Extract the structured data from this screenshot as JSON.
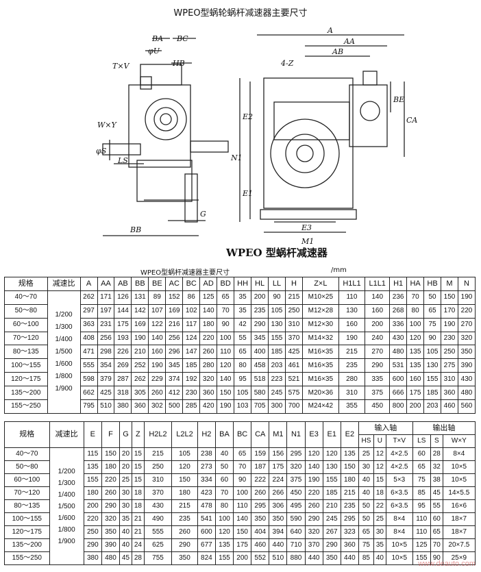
{
  "page": {
    "title": "WPEO型蜗轮蜗杆减速器主要尺寸",
    "caption": "WPEO 型蜗杆减速器",
    "table_title": "WPEO型蜗杆减速器主要尺寸",
    "unit": "/mm",
    "watermark": "www.deauto.com"
  },
  "drawing_labels": {
    "BA": "BA",
    "BC": "BC",
    "phiU": "φU",
    "TxV": "T×V",
    "HB": "HB",
    "WxY": "W×Y",
    "phiS": "φS",
    "LS": "LS",
    "G": "G",
    "BB": "BB",
    "A": "A",
    "AA": "AA",
    "AB": "AB",
    "4Z": "4-Z",
    "BE": "BE",
    "CA": "CA",
    "E2": "E2",
    "N1": "N1",
    "E1": "E1",
    "E3": "E3",
    "M1": "M1"
  },
  "table1": {
    "headers": [
      "规格",
      "减速比",
      "A",
      "AA",
      "AB",
      "BB",
      "BE",
      "AC",
      "BC",
      "AD",
      "BD",
      "HH",
      "HL",
      "LL",
      "H",
      "Z×L",
      "H1L1",
      "L1L1",
      "H1",
      "HA",
      "HB",
      "M",
      "N"
    ],
    "ratio": [
      "1/200",
      "1/300",
      "1/400",
      "1/500",
      "1/600",
      "1/800",
      "1/900"
    ],
    "rows": [
      [
        "40～70",
        "262",
        "171",
        "126",
        "131",
        "89",
        "152",
        "86",
        "125",
        "65",
        "35",
        "200",
        "90",
        "215",
        "M10×25",
        "110",
        "140",
        "236",
        "70",
        "50",
        "150",
        "190"
      ],
      [
        "50～80",
        "297",
        "197",
        "144",
        "142",
        "107",
        "169",
        "102",
        "140",
        "70",
        "35",
        "235",
        "105",
        "250",
        "M12×28",
        "130",
        "160",
        "268",
        "80",
        "65",
        "170",
        "220"
      ],
      [
        "60～100",
        "363",
        "231",
        "175",
        "169",
        "122",
        "216",
        "117",
        "180",
        "90",
        "42",
        "290",
        "130",
        "310",
        "M12×30",
        "160",
        "200",
        "336",
        "100",
        "75",
        "190",
        "270"
      ],
      [
        "70～120",
        "408",
        "256",
        "193",
        "190",
        "140",
        "256",
        "124",
        "220",
        "100",
        "55",
        "345",
        "155",
        "370",
        "M14×32",
        "190",
        "240",
        "430",
        "120",
        "90",
        "230",
        "320"
      ],
      [
        "80～135",
        "471",
        "298",
        "226",
        "210",
        "160",
        "296",
        "147",
        "260",
        "110",
        "65",
        "400",
        "185",
        "425",
        "M16×35",
        "215",
        "270",
        "480",
        "135",
        "105",
        "250",
        "350"
      ],
      [
        "100～155",
        "555",
        "354",
        "269",
        "252",
        "190",
        "345",
        "185",
        "280",
        "120",
        "80",
        "458",
        "203",
        "461",
        "M16×35",
        "235",
        "290",
        "531",
        "135",
        "130",
        "275",
        "390"
      ],
      [
        "120～175",
        "598",
        "379",
        "287",
        "262",
        "229",
        "374",
        "192",
        "320",
        "140",
        "95",
        "518",
        "223",
        "521",
        "M16×35",
        "280",
        "335",
        "600",
        "160",
        "155",
        "310",
        "430"
      ],
      [
        "135～200",
        "662",
        "425",
        "318",
        "305",
        "260",
        "412",
        "230",
        "360",
        "150",
        "105",
        "580",
        "245",
        "575",
        "M20×36",
        "310",
        "375",
        "666",
        "175",
        "185",
        "360",
        "480"
      ],
      [
        "155～250",
        "795",
        "510",
        "380",
        "360",
        "302",
        "500",
        "285",
        "420",
        "190",
        "103",
        "705",
        "300",
        "700",
        "M24×42",
        "355",
        "450",
        "800",
        "200",
        "203",
        "460",
        "560"
      ]
    ]
  },
  "table2": {
    "headers": [
      "规格",
      "减速比",
      "E",
      "F",
      "G",
      "Z",
      "H2L2",
      "L2L2",
      "H2",
      "BA",
      "BC",
      "CA",
      "M1",
      "N1",
      "E3",
      "E1",
      "E2"
    ],
    "group_input": "输入轴",
    "group_output": "输出轴",
    "sub_input": [
      "HS",
      "U",
      "T×V"
    ],
    "sub_output": [
      "LS",
      "S",
      "W×Y"
    ],
    "ratio": [
      "1/200",
      "1/300",
      "1/400",
      "1/500",
      "1/600",
      "1/800",
      "1/900"
    ],
    "rows": [
      [
        "40～70",
        "115",
        "150",
        "20",
        "15",
        "215",
        "105",
        "238",
        "40",
        "65",
        "159",
        "156",
        "295",
        "120",
        "120",
        "135",
        "25",
        "12",
        "4×2.5",
        "60",
        "28",
        "8×4"
      ],
      [
        "50～80",
        "135",
        "180",
        "20",
        "15",
        "250",
        "120",
        "273",
        "50",
        "70",
        "187",
        "175",
        "320",
        "140",
        "130",
        "150",
        "30",
        "12",
        "4×2.5",
        "65",
        "32",
        "10×5"
      ],
      [
        "60～100",
        "155",
        "220",
        "25",
        "15",
        "310",
        "150",
        "334",
        "60",
        "90",
        "222",
        "224",
        "375",
        "190",
        "155",
        "180",
        "40",
        "15",
        "5×3",
        "75",
        "38",
        "10×5"
      ],
      [
        "70～120",
        "180",
        "260",
        "30",
        "18",
        "370",
        "180",
        "423",
        "70",
        "100",
        "260",
        "266",
        "450",
        "220",
        "185",
        "215",
        "40",
        "18",
        "6×3.5",
        "85",
        "45",
        "14×5.5"
      ],
      [
        "80～135",
        "200",
        "290",
        "30",
        "18",
        "430",
        "215",
        "478",
        "80",
        "110",
        "295",
        "306",
        "495",
        "260",
        "210",
        "235",
        "50",
        "22",
        "6×3.5",
        "95",
        "55",
        "16×6"
      ],
      [
        "100～155",
        "220",
        "320",
        "35",
        "21",
        "490",
        "235",
        "541",
        "100",
        "140",
        "350",
        "350",
        "590",
        "290",
        "245",
        "295",
        "50",
        "25",
        "8×4",
        "110",
        "60",
        "18×7"
      ],
      [
        "120～175",
        "250",
        "350",
        "40",
        "21",
        "555",
        "260",
        "600",
        "120",
        "150",
        "404",
        "394",
        "640",
        "320",
        "267",
        "323",
        "65",
        "30",
        "8×4",
        "110",
        "65",
        "18×7"
      ],
      [
        "135～200",
        "290",
        "390",
        "40",
        "24",
        "625",
        "290",
        "677",
        "135",
        "175",
        "460",
        "440",
        "710",
        "370",
        "290",
        "360",
        "75",
        "35",
        "10×5",
        "125",
        "70",
        "20×7.5"
      ],
      [
        "155～250",
        "380",
        "480",
        "45",
        "28",
        "755",
        "350",
        "824",
        "155",
        "200",
        "552",
        "510",
        "880",
        "440",
        "350",
        "440",
        "85",
        "40",
        "10×5",
        "155",
        "90",
        "25×9"
      ]
    ]
  }
}
